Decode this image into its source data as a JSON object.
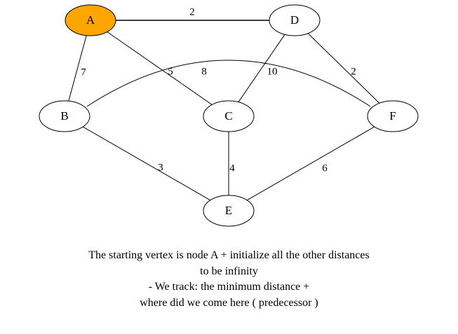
{
  "graph": {
    "nodes": [
      {
        "id": "A",
        "label": "A",
        "highlighted": true
      },
      {
        "id": "B",
        "label": "B",
        "highlighted": false
      },
      {
        "id": "C",
        "label": "C",
        "highlighted": false
      },
      {
        "id": "D",
        "label": "D",
        "highlighted": false
      },
      {
        "id": "E",
        "label": "E",
        "highlighted": false
      },
      {
        "id": "F",
        "label": "F",
        "highlighted": false
      }
    ],
    "edges": [
      {
        "from": "A",
        "to": "D",
        "weight": "2"
      },
      {
        "from": "A",
        "to": "B",
        "weight": "7"
      },
      {
        "from": "A",
        "to": "C",
        "weight": "5"
      },
      {
        "from": "B",
        "to": "F",
        "weight": "8"
      },
      {
        "from": "D",
        "to": "C",
        "weight": "10"
      },
      {
        "from": "D",
        "to": "F",
        "weight": "2"
      },
      {
        "from": "B",
        "to": "E",
        "weight": "3"
      },
      {
        "from": "C",
        "to": "E",
        "weight": "4"
      },
      {
        "from": "F",
        "to": "E",
        "weight": "6"
      }
    ],
    "colors": {
      "highlight_fill": "#FFA500",
      "node_fill": "#FFFFFF",
      "stroke": "#000000"
    }
  },
  "caption": {
    "lines": [
      "The starting vertex is node A + initialize all the other distances",
      "to be infinity",
      "- We track: the minimum distance +",
      "where did we come here ( predecessor )"
    ]
  }
}
